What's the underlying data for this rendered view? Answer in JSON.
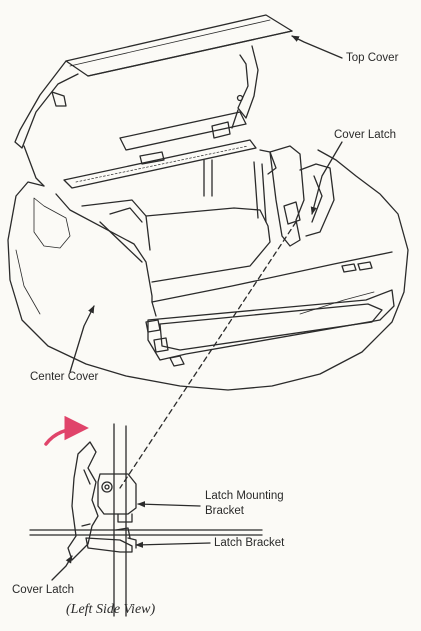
{
  "labels": {
    "top_cover": "Top Cover",
    "cover_latch_top": "Cover Latch",
    "center_cover": "Center Cover",
    "latch_mounting_bracket_line1": "Latch Mounting",
    "latch_mounting_bracket_line2": "Bracket",
    "latch_bracket": "Latch Bracket",
    "cover_latch_bottom": "Cover Latch"
  },
  "caption": "(Left Side View)",
  "colors": {
    "line": "#2b2b2b",
    "paper": "#fbfaf6",
    "arrow_accent": "#e0446a"
  }
}
